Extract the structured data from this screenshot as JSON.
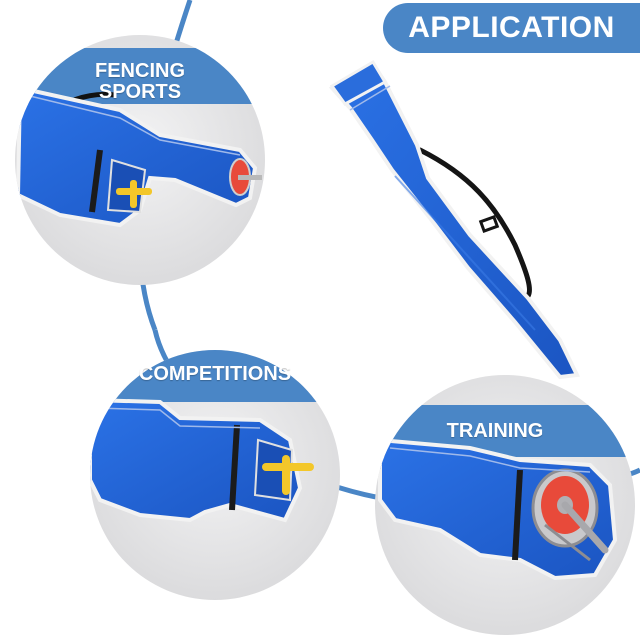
{
  "title": {
    "text": "APPLICATION"
  },
  "panels": [
    {
      "label": "FENCING SPORTS"
    },
    {
      "label": "COMPETITIONS"
    },
    {
      "label": "TRAINING"
    }
  ],
  "colors": {
    "brand_blue": "#4a86c6",
    "bag_blue": "#1f63d6",
    "bag_blue_dark": "#1748a8",
    "background": "#ffffff",
    "panel_gray": "#e9e9ea",
    "guard_red": "#e84a3a",
    "handle_yellow": "#f3c72a"
  }
}
